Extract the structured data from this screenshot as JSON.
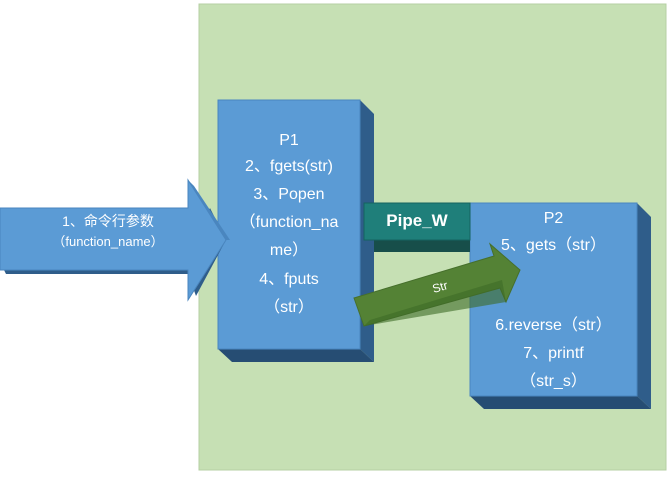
{
  "input_arrow": {
    "line1": "1、命令行参数",
    "line2": "（function_name）"
  },
  "p1": {
    "lines": [
      "P1",
      "2、fgets(str)",
      "3、Popen",
      "（function_na",
      "me）",
      "4、fputs",
      "（str）"
    ]
  },
  "pipe": {
    "label": "Pipe_W"
  },
  "str_arrow": {
    "label": "Str"
  },
  "p2": {
    "lines": [
      "P2",
      "5、gets（str）",
      "6.reverse（str）",
      "7、printf",
      "（str_s）"
    ]
  },
  "colors": {
    "background_panel": "#c6e0b4",
    "box_fill": "#5b9bd5",
    "box_shadow": "#2f5d8a",
    "pipe_fill": "#1f7f7a",
    "str_arrow_fill": "#548235"
  }
}
